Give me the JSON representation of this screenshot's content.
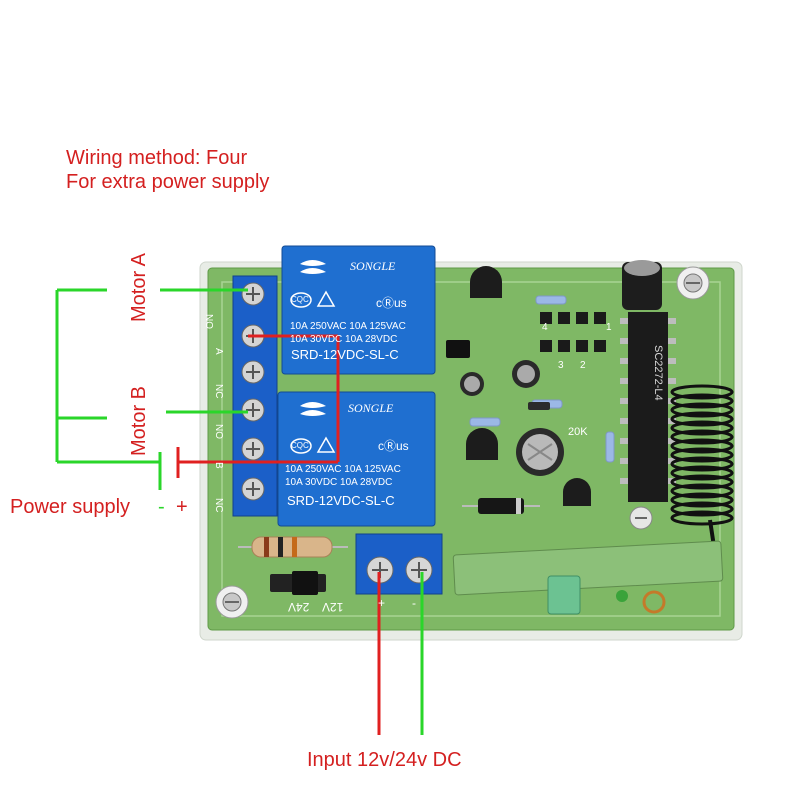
{
  "annotations": {
    "title_line1": "Wiring method: Four",
    "title_line2": "For extra power supply",
    "motor_a": "Motor A",
    "motor_b": "Motor B",
    "power_supply": "Power supply",
    "minus": "-",
    "plus": "+",
    "input": "Input 12v/24v DC"
  },
  "board": {
    "relay_brand": "SONGLE",
    "relay_rating_line1": "10A 250VAC  10A 125VAC",
    "relay_rating_line2": "10A  30VDC  10A  28VDC",
    "relay_model": "SRD-12VDC-SL-C",
    "cert_mark": "CQC",
    "ul_mark": "cⓇus",
    "terminal_labels": [
      "NO",
      "A",
      "NC",
      "NO",
      "B",
      "NC"
    ],
    "jumper_12v": "12V",
    "jumper_24v": "24V",
    "input_plus": "+",
    "input_minus": "-",
    "chip_label": "SC2272-L4",
    "pin_labels": [
      "1",
      "2",
      "3",
      "4"
    ],
    "resistor_label": "20K"
  },
  "colors": {
    "wire_green": "#2ad62a",
    "wire_red": "#e02020",
    "pcb": "#7fb865",
    "relay": "#1f6fd0",
    "terminal": "#1b5fc8"
  }
}
